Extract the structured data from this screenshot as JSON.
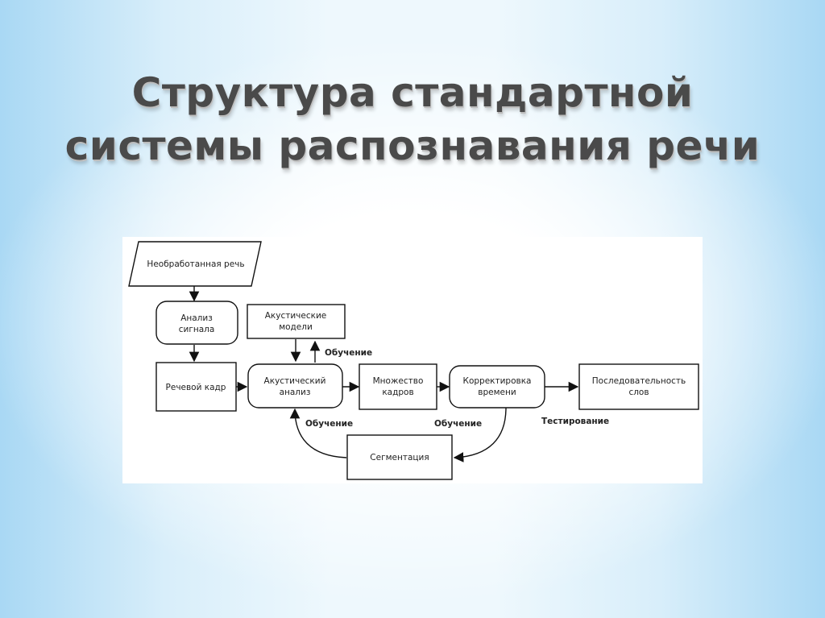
{
  "title": {
    "line1": "Структура стандартной",
    "line2": "системы распознавания речи"
  },
  "diagram": {
    "raw_speech": "Необработанная речь",
    "signal_analysis": [
      "Анализ",
      "сигнала"
    ],
    "acoustic_models": [
      "Акустические",
      "модели"
    ],
    "speech_frame": "Речевой кадр",
    "acoustic_analysis": [
      "Акустический",
      "анализ"
    ],
    "frame_set": [
      "Множество",
      "кадров"
    ],
    "time_correction": [
      "Корректировка",
      "времени"
    ],
    "word_sequence": [
      "Последовательность",
      "слов"
    ],
    "segmentation": "Сегментация",
    "training_top": "Обучение",
    "training_left": "Обучение",
    "training_right": "Обучение",
    "testing": "Тестирование"
  }
}
